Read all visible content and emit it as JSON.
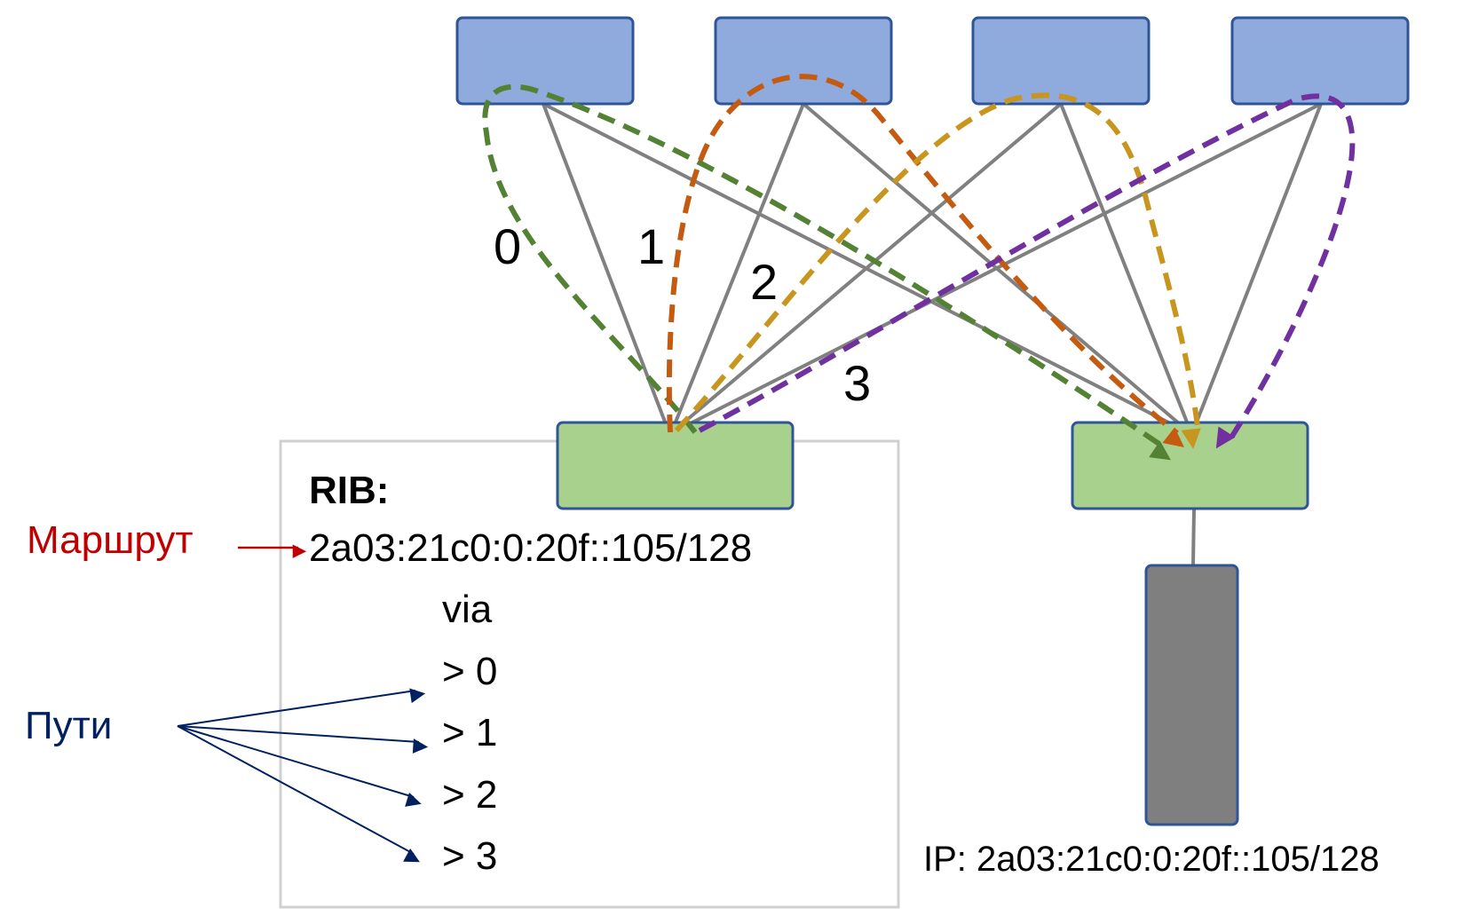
{
  "colors": {
    "spine_fill": "#8faadc",
    "spine_stroke": "#2f5597",
    "leaf_fill": "#a9d18e",
    "leaf_stroke": "#2f5597",
    "server_fill": "#7f7f7f",
    "link": "#808080",
    "path0": "#548235",
    "path1": "#c55a11",
    "path2": "#c8961e",
    "path3": "#7030a0",
    "route_label": "#c00000",
    "paths_label": "#002060",
    "rib_border": "#d0d0d0"
  },
  "path_labels": [
    "0",
    "1",
    "2",
    "3"
  ],
  "rib": {
    "title": "RIB:",
    "route": "2a03:21c0:0:20f::105/128",
    "via": "via",
    "entries": [
      "> 0",
      "> 1",
      "> 2",
      "> 3"
    ]
  },
  "route_label": "Маршрут",
  "paths_label": "Пути",
  "server_ip": "IP: 2a03:21c0:0:20f::105/128"
}
